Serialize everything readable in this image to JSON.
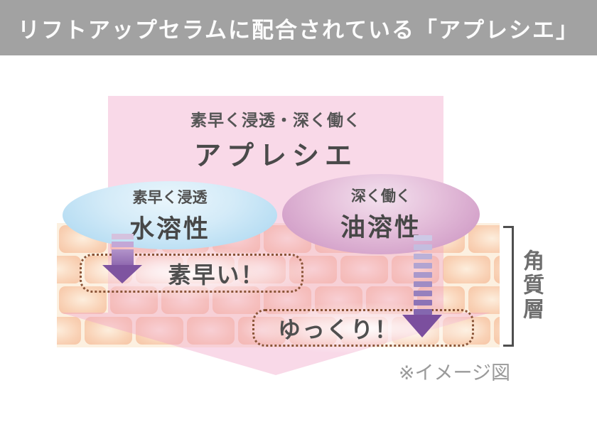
{
  "header": {
    "title": "リフトアップセラムに配合されている「アプレシエ」"
  },
  "diagram": {
    "main_block": {
      "subtitle": "素早く浸透・深く働く",
      "title": "アプレシエ"
    },
    "water": {
      "subtitle": "素早く浸透",
      "title": "水溶性",
      "speed_label": "素早い！"
    },
    "oil": {
      "subtitle": "深く働く",
      "title": "油溶性",
      "speed_label": "ゆっくり！"
    },
    "skin": {
      "layer_label": "角質層"
    },
    "note": "※イメージ図",
    "colors": {
      "header_bg": "#a2a2a2",
      "arrow_overlay_pink": "#f0a5c8",
      "water_ellipse_blue": "#b9def3",
      "oil_ellipse_purple": "#d5a4cb",
      "penetration_arrow_purple": "#7b4f9e",
      "dotted_border_brown": "#8a5538",
      "skin_cell_peach": "#f6c4a4",
      "note_gray": "#9a9a9a"
    }
  }
}
